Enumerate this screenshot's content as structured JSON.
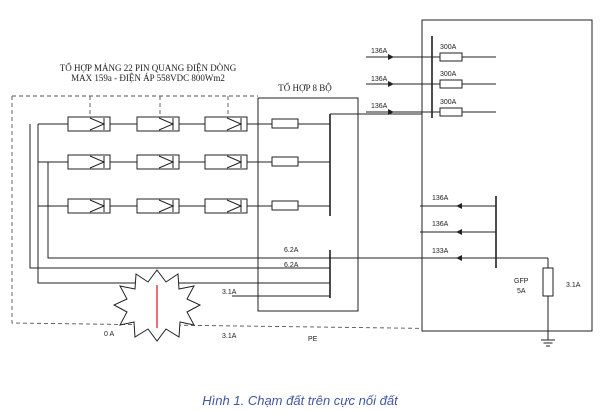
{
  "pv_array": {
    "title_line1": "TỔ HỢP MẢNG 22 PIN QUANG ĐIỆN DÒNG",
    "title_line2": "MAX 159a - ĐIỆN ÁP 558VDC 800Wm2"
  },
  "combiner": {
    "title": "TỔ HỢP 8 BỘ"
  },
  "outgoing_currents": [
    "136A",
    "136A",
    "136A"
  ],
  "breaker_ratings": [
    "300A",
    "300A",
    "300A"
  ],
  "incoming_currents": [
    "136A",
    "136A",
    "133A"
  ],
  "fault_currents": {
    "a": "6.2A",
    "b": "6.2A",
    "c": "3.1A",
    "d": "3.1A",
    "e": "0 A"
  },
  "gfp": {
    "line1": "GFP",
    "line2": "5A",
    "current": "3.1A"
  },
  "pe_label": "PE",
  "caption": "Hình 1. Chạm đất trên cực nối đất"
}
